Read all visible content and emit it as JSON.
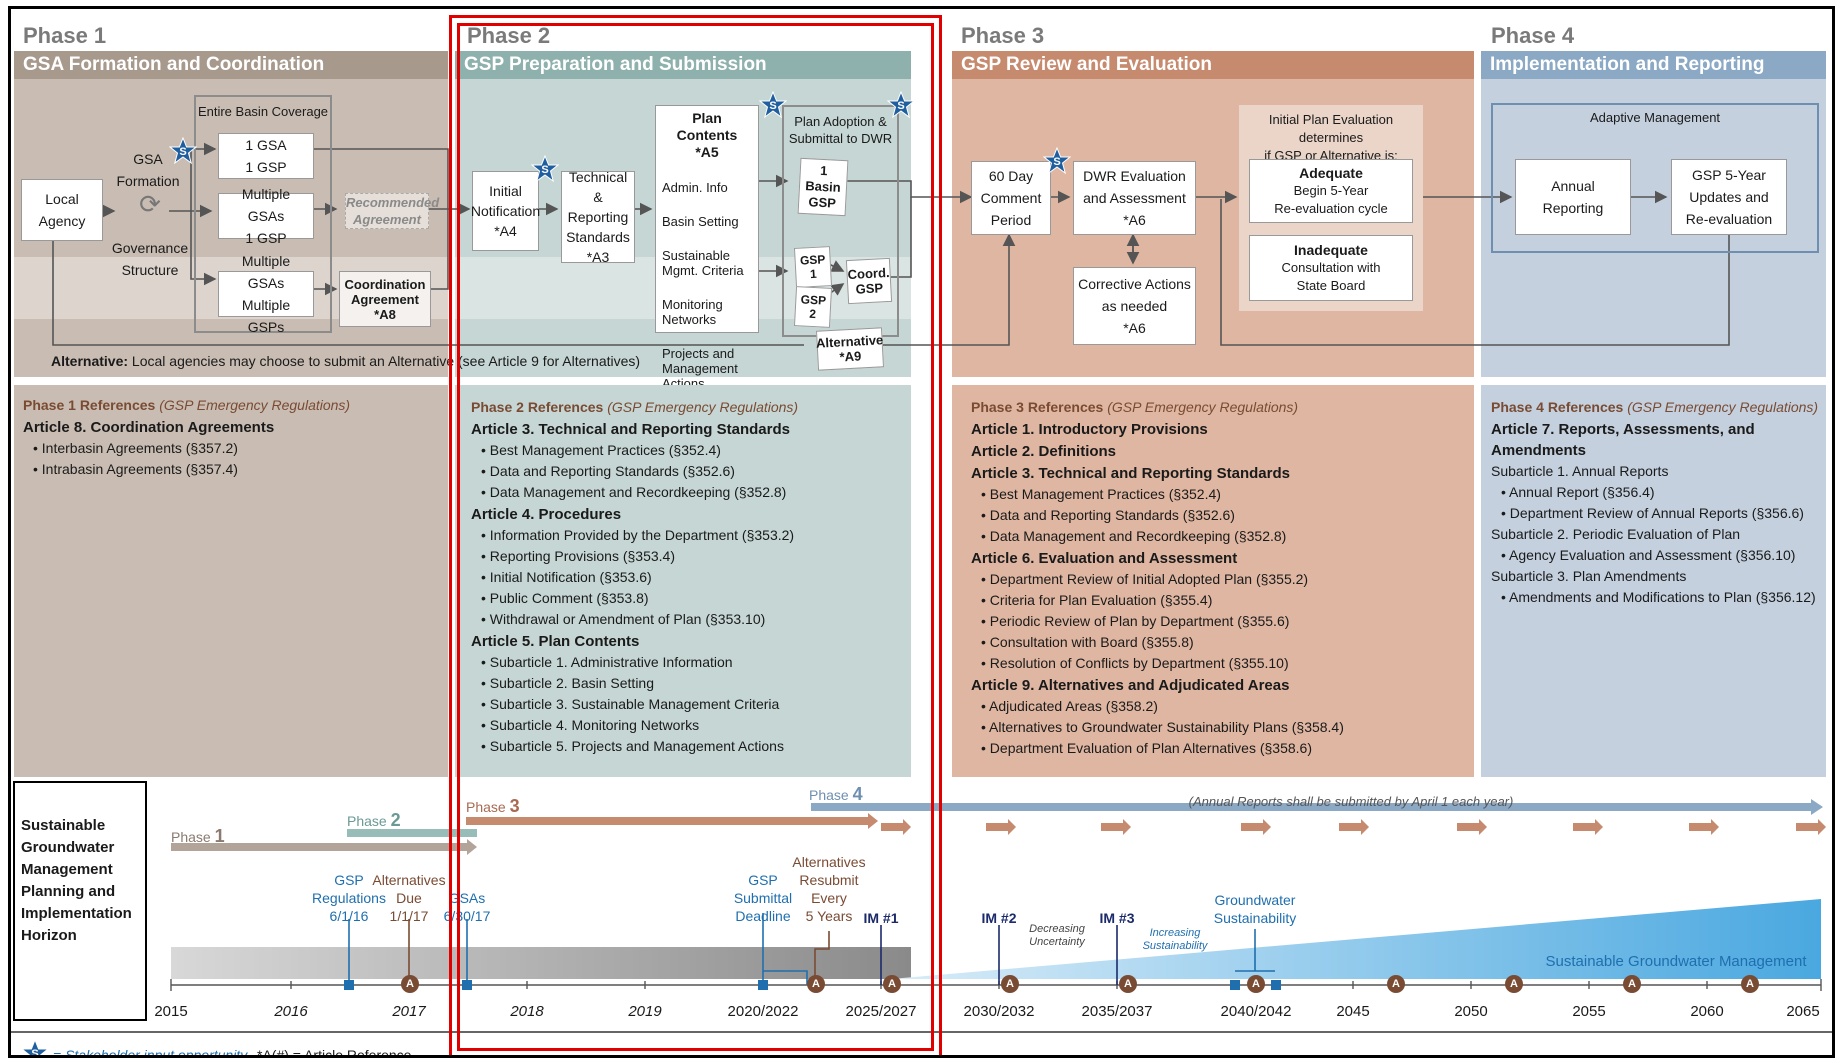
{
  "phases": [
    {
      "num": "Phase 1",
      "title": "GSA Formation and Coordination",
      "ref_header": "Phase 1 References",
      "ref_sub": "(GSP Emergency Regulations)"
    },
    {
      "num": "Phase 2",
      "title": "GSP Preparation and Submission",
      "ref_header": "Phase 2 References",
      "ref_sub": "(GSP Emergency Regulations)"
    },
    {
      "num": "Phase 3",
      "title": "GSP Review and Evaluation",
      "ref_header": "Phase 3 References",
      "ref_sub": "(GSP Emergency Regulations)"
    },
    {
      "num": "Phase 4",
      "title": "Implementation and Reporting",
      "ref_header": "Phase 4 References",
      "ref_sub": "(GSP Emergency Regulations)"
    }
  ],
  "p1": {
    "local_agency": "Local\nAgency",
    "gsa_formation": "GSA\nFormation",
    "governance": "Governance\nStructure",
    "entire_basin": "Entire Basin Coverage",
    "opt1": "1 GSA\n1 GSP",
    "opt2": "Multiple GSAs\n1 GSP",
    "opt3": "Multiple GSAs\nMultiple GSPs",
    "recommended": "Recommended\nAgreement",
    "coordination": "Coordination\nAgreement\n*A8",
    "alternative_label": "Alternative:",
    "alternative_text": "Local agencies may choose to submit an Alternative (see Article 9 for Alternatives)"
  },
  "p2": {
    "initial": "Initial\nNotification\n*A4",
    "technical": "Technical\n& Reporting\nStandards\n*A3",
    "plan_title": "Plan Contents\n*A5",
    "plan_items": [
      "Admin. Info",
      "Basin Setting",
      "Sustainable Mgmt. Criteria",
      "Monitoring Networks",
      "Projects and Management Actions"
    ],
    "adoption": "Plan Adoption &\nSubmittal to DWR",
    "basin_gsp": "1\nBasin\nGSP",
    "gsp1": "GSP\n1",
    "gsp2": "GSP\n2",
    "coord_gsp": "Coord.\nGSP",
    "alternative": "Alternative\n*A9"
  },
  "p3": {
    "comment": "60 Day\nComment\nPeriod",
    "dwr": "DWR Evaluation\nand Assessment\n*A6",
    "corrective": "Corrective Actions\nas needed\n*A6",
    "initial_eval": "Initial Plan Evaluation determines\nif GSP or Alternative is:",
    "adequate_title": "Adequate",
    "adequate_text": "Begin 5-Year\nRe-evaluation cycle",
    "inadequate_title": "Inadequate",
    "inadequate_text": "Consultation with\nState Board"
  },
  "p4": {
    "adaptive": "Adaptive Management",
    "annual": "Annual\nReporting",
    "five_year": "GSP 5-Year\nUpdates and\nRe-evaluation"
  },
  "refs": {
    "p1": [
      {
        "article": "Article 8. Coordination Agreements",
        "items": [
          "Interbasin Agreements (§357.2)",
          "Intrabasin Agreements (§357.4)"
        ]
      }
    ],
    "p2": [
      {
        "article": "Article 3. Technical and Reporting Standards",
        "items": [
          "Best Management Practices (§352.4)",
          "Data and Reporting Standards (§352.6)",
          "Data Management and Recordkeeping (§352.8)"
        ]
      },
      {
        "article": "Article 4. Procedures",
        "items": [
          "Information Provided by the Department (§353.2)",
          "Reporting Provisions (§353.4)",
          "Initial Notification (§353.6)",
          "Public Comment (§353.8)",
          "Withdrawal or Amendment of Plan (§353.10)"
        ]
      },
      {
        "article": "Article 5. Plan Contents",
        "items": [
          "Subarticle 1. Administrative Information",
          "Subarticle 2. Basin Setting",
          "Subarticle 3. Sustainable Management Criteria",
          "Subarticle 4. Monitoring Networks",
          "Subarticle 5. Projects and Management Actions"
        ]
      }
    ],
    "p3": [
      {
        "article": "Article 1. Introductory Provisions",
        "items": []
      },
      {
        "article": "Article 2. Definitions",
        "items": []
      },
      {
        "article": "Article 3. Technical and Reporting Standards",
        "items": [
          "Best Management Practices (§352.4)",
          "Data and Reporting Standards (§352.6)",
          "Data Management and Recordkeeping (§352.8)"
        ]
      },
      {
        "article": "Article 6. Evaluation and Assessment",
        "items": [
          "Department Review of Initial Adopted Plan (§355.2)",
          "Criteria for Plan Evaluation (§355.4)",
          "Periodic Review of Plan by Department (§355.6)",
          "Consultation with Board (§355.8)",
          "Resolution of Conflicts by Department (§355.10)"
        ]
      },
      {
        "article": "Article 9. Alternatives and Adjudicated Areas",
        "items": [
          "Adjudicated Areas (§358.2)",
          "Alternatives to Groundwater Sustainability Plans (§358.4)",
          "Department Evaluation of Plan Alternatives (§358.6)"
        ]
      }
    ],
    "p4": [
      {
        "article": "Article 7. Reports, Assessments, and Amendments",
        "items": [],
        "subs": [
          {
            "title": "Subarticle 1. Annual Reports",
            "items": [
              "Annual Report (§356.4)",
              "Department Review of Annual Reports (§356.6)"
            ]
          },
          {
            "title": "Subarticle 2. Periodic Evaluation of Plan",
            "items": [
              "Agency Evaluation and Assessment (§356.10)"
            ]
          },
          {
            "title": "Subarticle 3. Plan Amendments",
            "items": [
              "Amendments and Modifications to Plan (§356.12)"
            ]
          }
        ]
      }
    ]
  },
  "timeline": {
    "title": "Sustainable\nGroundwater\nManagement\nPlanning and\nImplementation\nHorizon",
    "phase_word": "Phase",
    "phase1": "1",
    "phase2": "2",
    "phase3": "3",
    "phase4": "4",
    "annual_note": "(Annual Reports shall be submitted by April 1 each year)",
    "ticks": [
      "2015",
      "2016",
      "2017",
      "2018",
      "2019",
      "2020/2022",
      "2025/2027",
      "2030/2032",
      "2035/2037",
      "2040/2042",
      "2045",
      "2050",
      "2055",
      "2060",
      "2065"
    ],
    "events": {
      "gsp_regs": "GSP\nRegulations\n6/1/16",
      "alt_due": "Alternatives\nDue\n1/1/17",
      "gsas": "GSAs\n6/30/17",
      "gsp_deadline": "GSP\nSubmittal\nDeadline",
      "alt_resubmit": "Alternatives\nResubmit\nEvery\n5 Years",
      "im1": "IM #1",
      "im2": "IM #2",
      "im3": "IM #3",
      "decreasing": "Decreasing\nUncertainty",
      "increasing": "Increasing\nSustainability",
      "gw_sustain": "Groundwater\nSustainability",
      "sgm": "Sustainable Groundwater Management"
    },
    "marker_a": "A"
  },
  "legend": {
    "stakeholder": "= Stakeholder input opportunity",
    "article": "*A(#) = Article Reference"
  },
  "colors": {
    "p1": "#a8998d",
    "p2": "#8fb1ad",
    "p3": "#c68a6f",
    "p4": "#8ba8c4",
    "star": "#1f5fa0",
    "highlight": "#e00000"
  }
}
